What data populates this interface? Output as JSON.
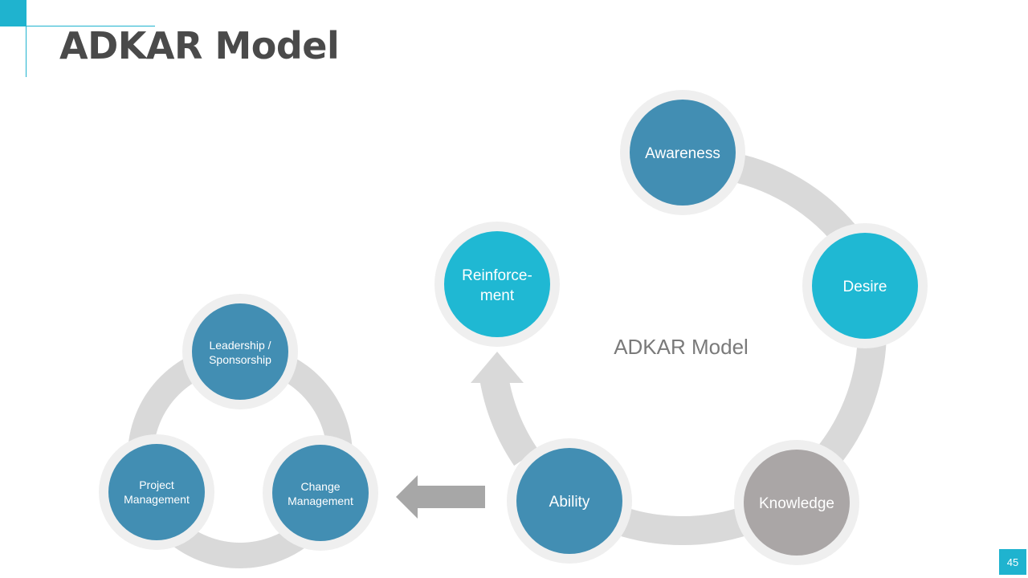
{
  "title": "ADKAR Model",
  "page_number": "45",
  "colors": {
    "accent": "#1fb3cf",
    "teal_dark": "#428eb3",
    "grey_node": "#aaa6a6",
    "ring": "#d9d9d9",
    "arrow": "#a7a7a7",
    "title": "#4a4a4a"
  },
  "adkar": {
    "center_label": "ADKAR Model",
    "stages": [
      {
        "line1": "Awareness",
        "line2": ""
      },
      {
        "line1": "Desire",
        "line2": ""
      },
      {
        "line1": "Knowledge",
        "line2": ""
      },
      {
        "line1": "Ability",
        "line2": ""
      },
      {
        "line1": "Reinforce-",
        "line2": "ment"
      }
    ]
  },
  "management": {
    "nodes": [
      {
        "line1": "Leadership /",
        "line2": "Sponsorship"
      },
      {
        "line1": "Change",
        "line2": "Management"
      },
      {
        "line1": "Project",
        "line2": "Management"
      }
    ]
  }
}
